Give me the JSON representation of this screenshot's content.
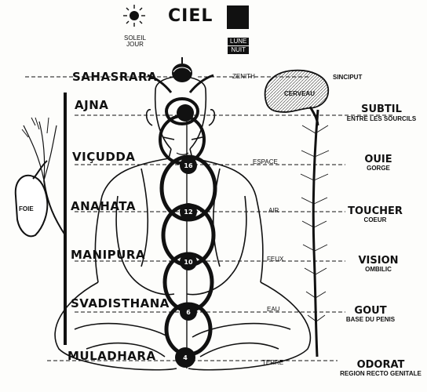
{
  "header": {
    "sun_label_1": "SOLEIL",
    "sun_label_2": "JOUR",
    "title": "CIEL",
    "moon_label_1": "LUNE",
    "moon_label_2": "NUIT",
    "sun_icon": "sun-icon",
    "moon_icon": "crescent-moon-icon"
  },
  "chakras": [
    {
      "name": "SAHASRARA",
      "element": "ZENITH"
    },
    {
      "name": "AJNA",
      "element": ""
    },
    {
      "name": "VIÇUDDA",
      "element": "ESPACE",
      "petals": "16"
    },
    {
      "name": "ANAHATA",
      "element": "AIR",
      "petals": "12"
    },
    {
      "name": "MANIPURA",
      "element": "FEUX",
      "petals": "10"
    },
    {
      "name": "SVADISTHANA",
      "element": "EAU",
      "petals": "6"
    },
    {
      "name": "MULADHARA",
      "element": "TERRE",
      "petals": "4"
    }
  ],
  "senses": [
    {
      "title": "SINCIPUT",
      "subtitle": ""
    },
    {
      "title": "SUBTIL",
      "subtitle": "ENTRE LES SOURCILS"
    },
    {
      "title": "OUIE",
      "subtitle": "GORGE"
    },
    {
      "title": "TOUCHER",
      "subtitle": "COEUR"
    },
    {
      "title": "VISION",
      "subtitle": "OMBILIC"
    },
    {
      "title": "GOUT",
      "subtitle": "BASE DU PENIS"
    },
    {
      "title": "ODORAT",
      "subtitle": "REGION RECTO GENITALE"
    }
  ],
  "labels": {
    "brain": "CERVEAU",
    "foie": "FOIE"
  },
  "colors": {
    "ink": "#111111",
    "paper": "#fdfdfb"
  }
}
